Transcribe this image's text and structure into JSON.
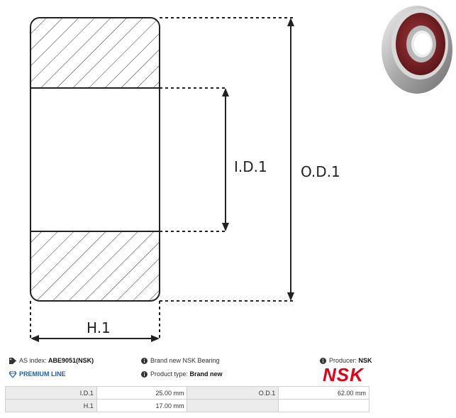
{
  "drawing": {
    "dim_labels": {
      "inner_diameter": "I.D.1",
      "outer_diameter": "O.D.1",
      "height": "H.1"
    }
  },
  "info": {
    "as_index_label": "AS index:",
    "as_index_value": "ABE9051(NSK)",
    "premium_line": "PREMIUM LINE",
    "condition": "Brand new NSK Bearing",
    "product_type_label": "Product type:",
    "product_type_value": "Brand new",
    "producer_label": "Producer:",
    "producer_value": "NSK",
    "brand_logo_text": "NSK"
  },
  "specs": {
    "rows": [
      {
        "label1": "I.D.1",
        "value1": "25.00 mm",
        "label2": "O.D.1",
        "value2": "62.00 mm"
      },
      {
        "label1": "H.1",
        "value1": "17.00 mm",
        "label2": "",
        "value2": ""
      }
    ]
  },
  "colors": {
    "brand_red": "#e2001a",
    "premium_blue": "#1f5fa8",
    "seal_red": "#7a1f22"
  }
}
